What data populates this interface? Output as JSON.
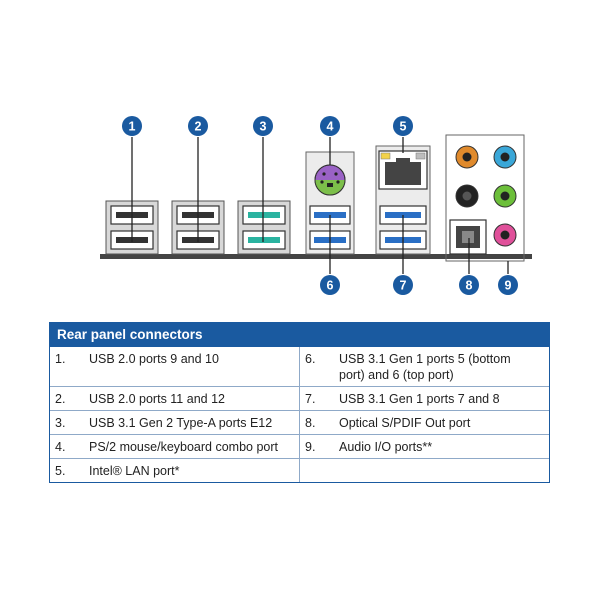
{
  "callouts": [
    "1",
    "2",
    "3",
    "4",
    "5",
    "6",
    "7",
    "8",
    "9"
  ],
  "colors": {
    "callout_blue": "#1a5aa0",
    "usb3_blue": "#2a6fc5",
    "usb_teal": "#2ab3a0",
    "ps2_purple": "#9a62c6",
    "ps2_green": "#7cbf4a",
    "audio_orange": "#e08a2c",
    "audio_blue": "#3aa7d8",
    "audio_green": "#6cbf3a",
    "audio_pink": "#e0509a",
    "audio_black": "#222222",
    "lan_yellow": "#f2d24a"
  },
  "legend": {
    "title": "Rear panel connectors",
    "rows": [
      {
        "left": {
          "num": "1.",
          "text": "USB 2.0 ports 9 and 10"
        },
        "right": {
          "num": "6.",
          "text": "USB 3.1 Gen 1 ports 5 (bottom port) and 6 (top port)"
        }
      },
      {
        "left": {
          "num": "2.",
          "text": "USB 2.0 ports 11 and 12"
        },
        "right": {
          "num": "7.",
          "text": "USB 3.1 Gen 1 ports 7 and 8"
        }
      },
      {
        "left": {
          "num": "3.",
          "text": "USB 3.1 Gen 2 Type-A ports E12"
        },
        "right": {
          "num": "8.",
          "text": "Optical S/PDIF Out port"
        }
      },
      {
        "left": {
          "num": "4.",
          "text": "PS/2 mouse/keyboard combo port"
        },
        "right": {
          "num": "9.",
          "text": "Audio I/O ports**"
        }
      },
      {
        "left": {
          "num": "5.",
          "text": "Intel® LAN port*"
        },
        "right": {
          "num": "",
          "text": ""
        }
      }
    ]
  }
}
